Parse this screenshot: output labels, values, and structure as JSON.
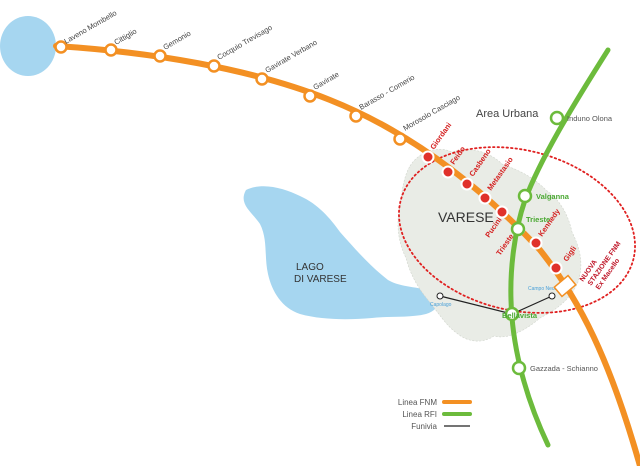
{
  "colors": {
    "fnm": "#f39023",
    "rfi": "#6cbb3c",
    "funivia": "#222222",
    "urban_station": "#e0312b",
    "lake": "#a6d6f0",
    "urban_area_border": "#e02020",
    "city_fill": "#e9ece6"
  },
  "fnm_stations": [
    {
      "name": "Laveno Mombello"
    },
    {
      "name": "Cittiglio"
    },
    {
      "name": "Gemonio"
    },
    {
      "name": "Cocquio Trevisago"
    },
    {
      "name": "Gavirate Verbano"
    },
    {
      "name": "Gavirate"
    },
    {
      "name": "Barasso - Comerio"
    },
    {
      "name": "Morosolo Casciago"
    }
  ],
  "urban_stops": [
    {
      "name": "Giordani"
    },
    {
      "name": "Feido"
    },
    {
      "name": "Casbeno"
    },
    {
      "name": "Metastasio"
    },
    {
      "name": "Pucini"
    },
    {
      "name": "Trieste"
    },
    {
      "name": "Kennedy"
    },
    {
      "name": "Gigli"
    }
  ],
  "rfi_stations": [
    {
      "name": "Induno Olona"
    },
    {
      "name": "Valganna"
    },
    {
      "name": "Trieste"
    },
    {
      "name": "Bellavista"
    },
    {
      "name": "Gazzada - Schianno"
    }
  ],
  "labels": {
    "area_urbana": "Area Urbana",
    "city": "VARESE",
    "lake_line1": "LAGO",
    "lake_line2": "DI VARESE",
    "new_station_line1": "NUOVA",
    "new_station_line2": "STAZIONE FNM",
    "new_station_line3": "Ex Macello",
    "funivia_start": "Capolago",
    "funivia_end": "Campo Neutro"
  },
  "legend": [
    {
      "label": "Linea FNM",
      "key": "fnm"
    },
    {
      "label": "Linea RFI",
      "key": "rfi"
    },
    {
      "label": "Funivia",
      "key": "funivia"
    }
  ]
}
